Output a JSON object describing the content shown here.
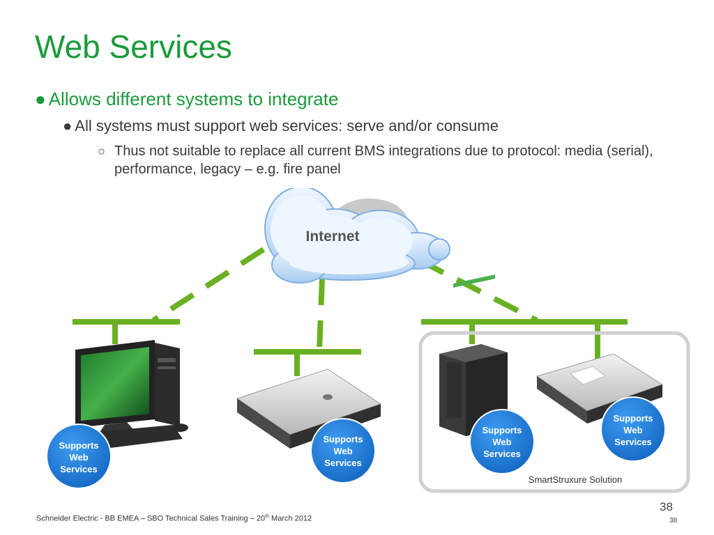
{
  "slide": {
    "title": "Web Services",
    "bullets": [
      {
        "level": 1,
        "marker": "●",
        "text": "Allows different systems to integrate"
      },
      {
        "level": 2,
        "marker": "●",
        "text": "All systems must support web services: serve and/or consume"
      },
      {
        "level": 3,
        "marker": "○",
        "text": "Thus not suitable to replace all current BMS integrations due to protocol: media (serial), performance, legacy – e.g. fire panel"
      }
    ]
  },
  "diagram": {
    "cloud_label": "Internet",
    "badges": [
      {
        "line1": "Supports",
        "line2": "Web",
        "line3": "Services"
      },
      {
        "line1": "Supports",
        "line2": "Web",
        "line3": "Services"
      },
      {
        "line1": "Supports",
        "line2": "Web",
        "line3": "Services"
      },
      {
        "line1": "Supports",
        "line2": "Web",
        "line3": "Services"
      }
    ],
    "solution_label": "SmartStruxure Solution",
    "colors": {
      "link": "#6ab023",
      "badge": "#1a7fd6",
      "title": "#1a9a3a"
    }
  },
  "footer": {
    "left_pre": "Schneider Electric - BB EMEA – SBO Technical Sales Training – 20",
    "left_sup": "th",
    "left_post": " March 2012",
    "page_number": "38",
    "page_number_small": "38"
  }
}
